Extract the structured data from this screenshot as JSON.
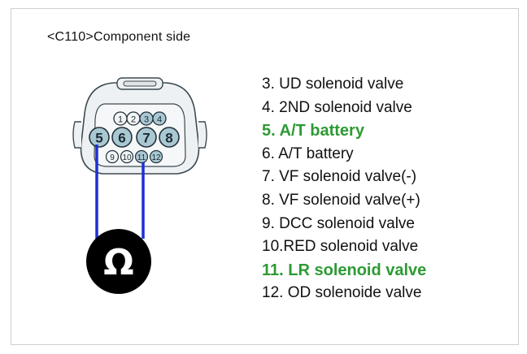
{
  "title": "<C110>Component side",
  "meter": {
    "symbol": "Ω"
  },
  "connector": {
    "top_pins": [
      "1",
      "2",
      "3",
      "4"
    ],
    "middle_pins": [
      "5",
      "6",
      "7",
      "8"
    ],
    "bottom_pins": [
      "9",
      "10",
      "11",
      "12"
    ]
  },
  "pins": [
    {
      "label": "3. UD solenoid valve",
      "highlight": false
    },
    {
      "label": "4. 2ND solenoid valve",
      "highlight": false
    },
    {
      "label": "5. A/T battery",
      "highlight": true
    },
    {
      "label": "6. A/T battery",
      "highlight": false
    },
    {
      "label": "7. VF solenoid valve(-)",
      "highlight": false
    },
    {
      "label": "8. VF solenoid valve(+)",
      "highlight": false
    },
    {
      "label": "9. DCC solenoid valve",
      "highlight": false
    },
    {
      "label": "10.RED solenoid valve",
      "highlight": false
    },
    {
      "label": "11. LR solenoid valve",
      "highlight": true
    },
    {
      "label": "12. OD solenoide valve",
      "highlight": false
    }
  ],
  "colors": {
    "highlight": "#2d9a34",
    "probe_wire": "#1e2fd6",
    "connector_body": "#eef1f3",
    "pin_fill": "#a9c8d2",
    "meter_body": "#000000"
  }
}
